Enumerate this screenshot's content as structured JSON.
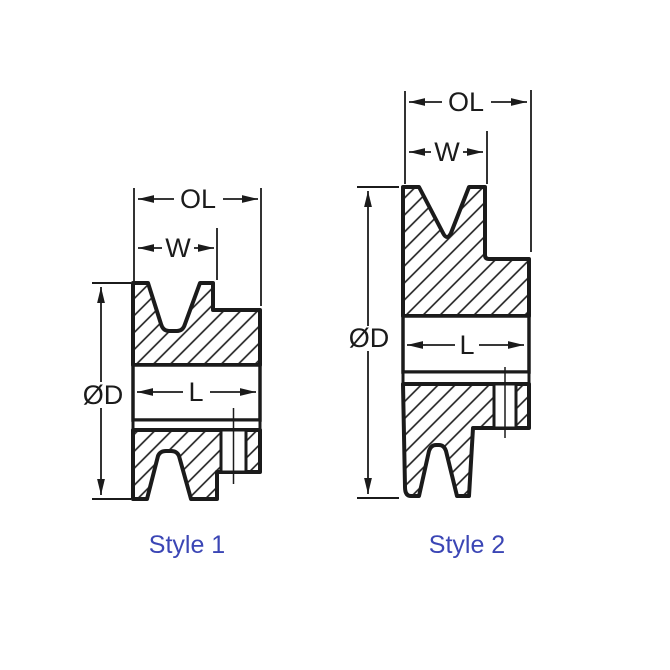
{
  "diagram": {
    "type": "technical-drawing",
    "line_color": "#1b1b1b",
    "caption_color": "#3b46b5",
    "figures": [
      {
        "caption": "Style 1",
        "dimensions": {
          "overall_length": "OL",
          "face_width": "W",
          "outer_diameter": "ØD",
          "hub_length": "L"
        }
      },
      {
        "caption": "Style 2",
        "dimensions": {
          "overall_length": "OL",
          "face_width": "W",
          "outer_diameter": "ØD",
          "hub_length": "L"
        }
      }
    ]
  }
}
